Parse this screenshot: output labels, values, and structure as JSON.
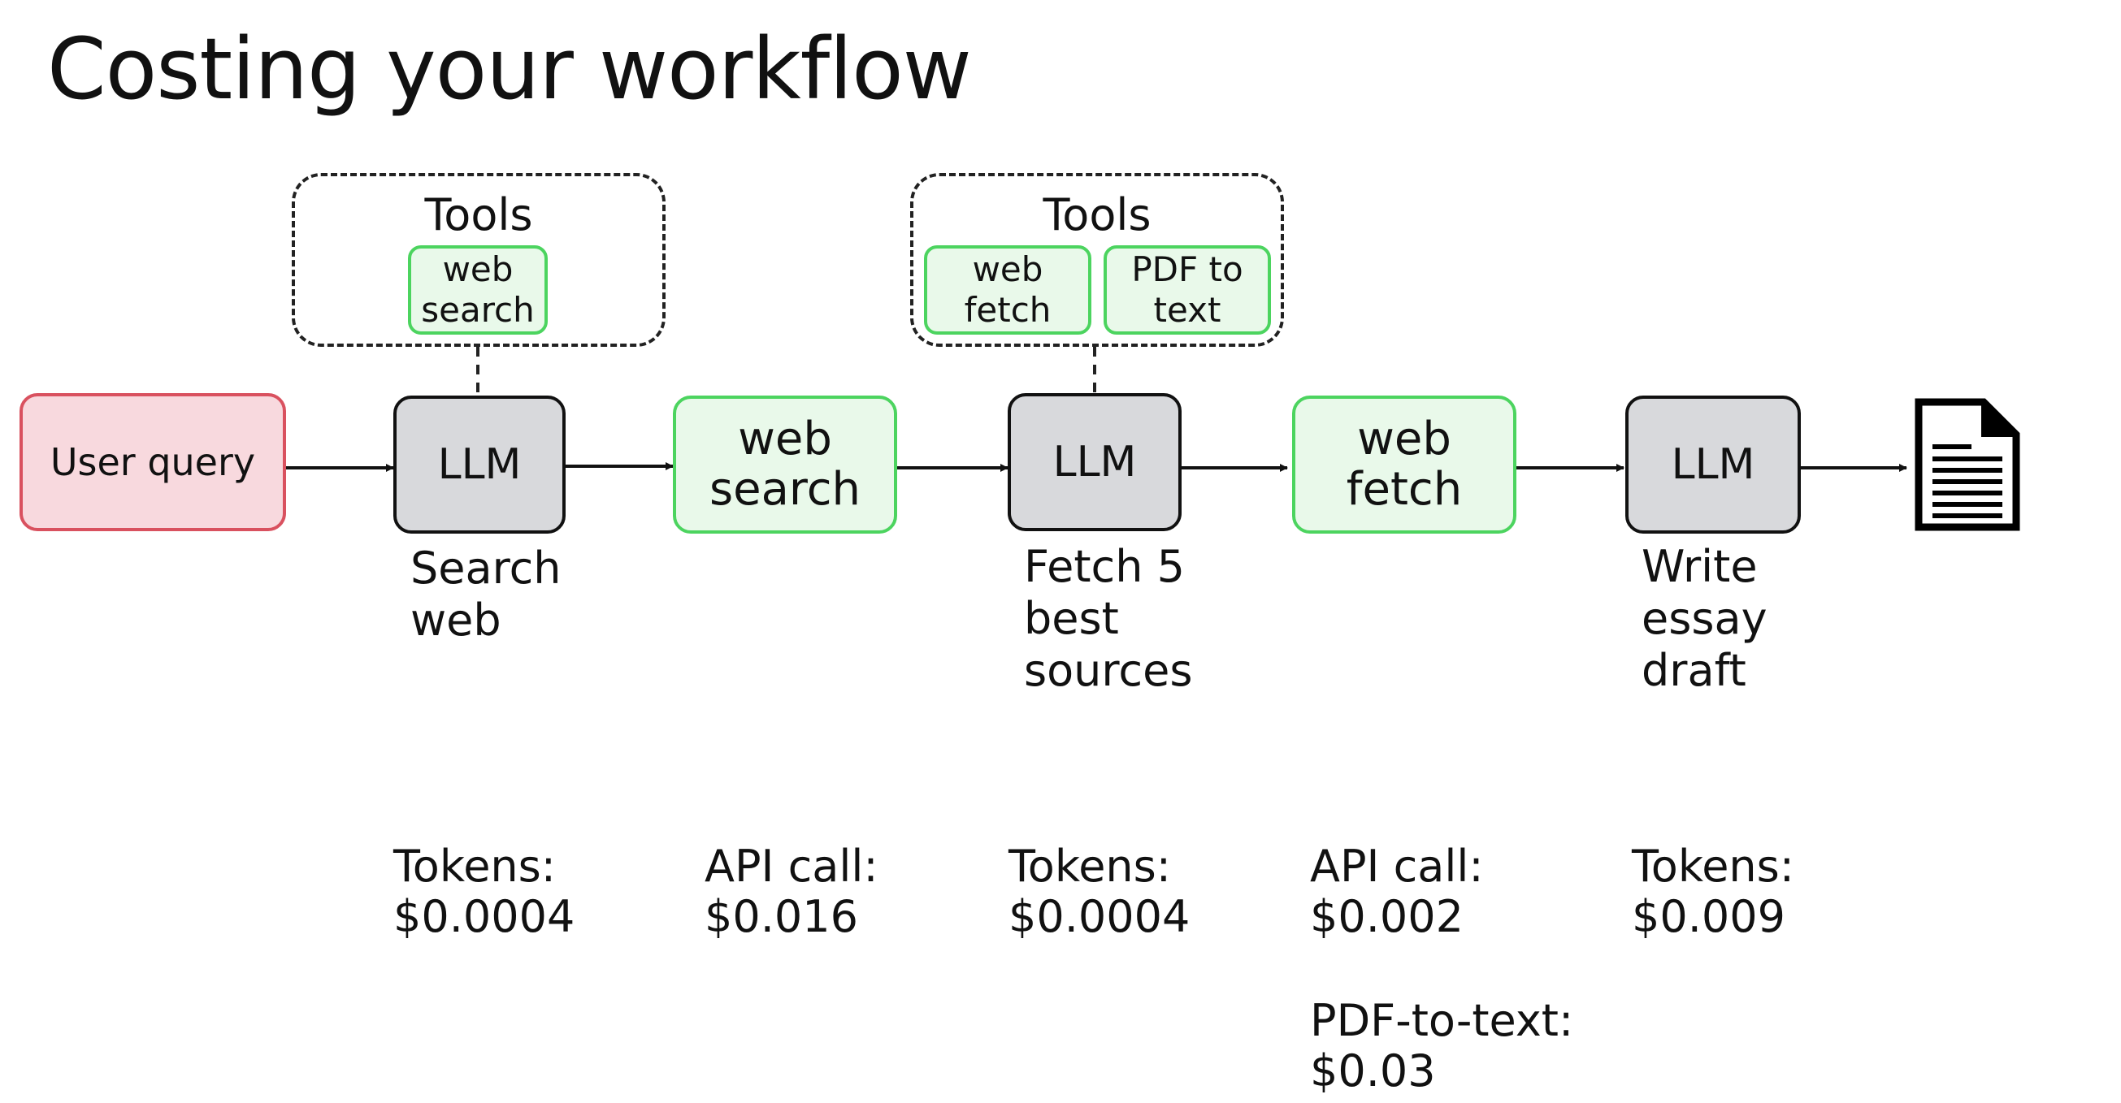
{
  "title": "Costing your workflow",
  "tool_groups": [
    {
      "label": "Tools",
      "chips": [
        "web\nsearch"
      ]
    },
    {
      "label": "Tools",
      "chips": [
        "web\nfetch",
        "PDF to\ntext"
      ]
    }
  ],
  "nodes": {
    "user_query": "User query",
    "llm_1": "LLM",
    "web_search": "web\nsearch",
    "llm_2": "LLM",
    "web_fetch": "web\nfetch",
    "llm_3": "LLM"
  },
  "step_labels": {
    "llm_1": "Search\nweb",
    "llm_2": "Fetch 5\nbest\nsources",
    "llm_3": "Write\nessay\ndraft"
  },
  "costs": {
    "llm_1": "Tokens:\n$0.0004",
    "web_search": "API call:\n$0.016",
    "llm_2": "Tokens:\n$0.0004",
    "web_fetch": "API call:\n$0.002",
    "pdf_to_text": "PDF-to-text:\n$0.03",
    "llm_3": "Tokens:\n$0.009"
  },
  "colors": {
    "user_fill": "#f8d9de",
    "user_border": "#d9515f",
    "llm_fill": "#d8d9dc",
    "tool_fill": "#e9f9ea",
    "tool_border": "#4cd45f"
  },
  "icons": {
    "output": "document-icon"
  }
}
